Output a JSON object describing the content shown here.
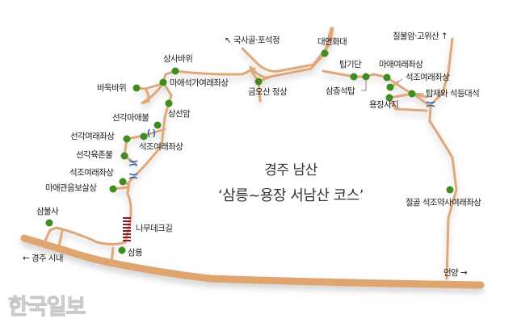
{
  "title": {
    "line1": "경주 남산",
    "line2": "‘삼릉~용장 서남산 코스’"
  },
  "colors": {
    "road": "#dea56f",
    "trail": "#e0a878",
    "poi": "#3e8e1e",
    "bridge": "#1e64b4",
    "deck": "#8b1a2a"
  },
  "directions": {
    "gyeongju": "← 경주 시내",
    "eonyang": "언양 →",
    "guksagol": "↖ 국사골·포석정",
    "chilbulam": "칠불암·고위산 ↑"
  },
  "places": {
    "sangsabawi": "상사바위",
    "maaeseokga": "마애석가여래좌상",
    "badukbawi": "바둑바위",
    "sangseonam": "상선암",
    "seongakmaaebul": "선각마애불",
    "seongakyeorae": "선각여래좌상",
    "seokjo1": "석조여래좌상",
    "seongakyukjon": "선각육존불",
    "seokjo2": "석조여래좌상",
    "maaegwaneum": "마애관음보살상",
    "sambulsa": "삼불사",
    "deck": "나무데크길",
    "samneung": "삼릉",
    "daeyeonhwadae": "대연화대",
    "geumosan": "금오산 정상",
    "tapgidan": "탑기단",
    "samcheung": "삼층석탑",
    "maaeyeorae": "마애여래좌상",
    "seokjo3": "석조여래좌상",
    "tapjae": "탑재와 석등대석",
    "yongjangsaji": "용장사지",
    "jeolgol": "절골 석조약사여래좌상"
  },
  "watermark": "한국일보"
}
